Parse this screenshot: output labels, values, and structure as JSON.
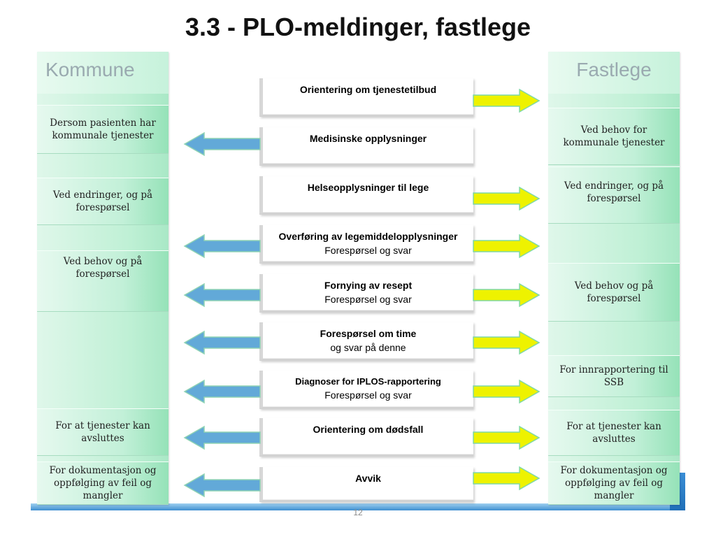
{
  "title": "3.3 -  PLO-meldinger, fastlege",
  "page_number": "12",
  "colors": {
    "column_green": "#bff0d5",
    "arrow_yellow": "#eef200",
    "arrow_blue": "#62a9d8"
  },
  "kommune": {
    "header": "Kommune",
    "boxes": [
      "Dersom pasienten har kommunale tjenester",
      "Ved endringer, og på forespørsel",
      "Ved behov og på forespørsel",
      "For at tjenester kan avsluttes",
      "For dokumentasjon og oppfølging av feil og mangler"
    ]
  },
  "fastlege": {
    "header": "Fastlege",
    "boxes": [
      "Ved behov for kommunale tjenester",
      "Ved endringer, og på forespørsel",
      "Ved behov og på forespørsel",
      "For innrapportering til SSB",
      "For at tjenester kan avsluttes",
      "For  dokumentasjon og oppfølging av feil og mangler"
    ]
  },
  "messages": [
    {
      "title": "Orientering om tjenestetilbud",
      "subtitle": "",
      "arrows": "right"
    },
    {
      "title": "Medisinske opplysninger",
      "subtitle": "",
      "arrows": "left"
    },
    {
      "title": "Helseopplysninger til lege",
      "subtitle": "",
      "arrows": "right"
    },
    {
      "title": "Overføring av legemiddelopplysninger",
      "subtitle": "Forespørsel og svar",
      "arrows": "both"
    },
    {
      "title": "Fornying av resept",
      "subtitle": "Forespørsel og svar",
      "arrows": "both"
    },
    {
      "title": "Forespørsel om time",
      "subtitle": "og svar på denne",
      "arrows": "both"
    },
    {
      "title": "Diagnoser for IPLOS-rapportering",
      "subtitle": "Forespørsel og svar",
      "arrows": "both"
    },
    {
      "title": "Orientering om dødsfall",
      "subtitle": "",
      "arrows": "both"
    },
    {
      "title": "Avvik",
      "subtitle": "",
      "arrows": "both"
    }
  ]
}
